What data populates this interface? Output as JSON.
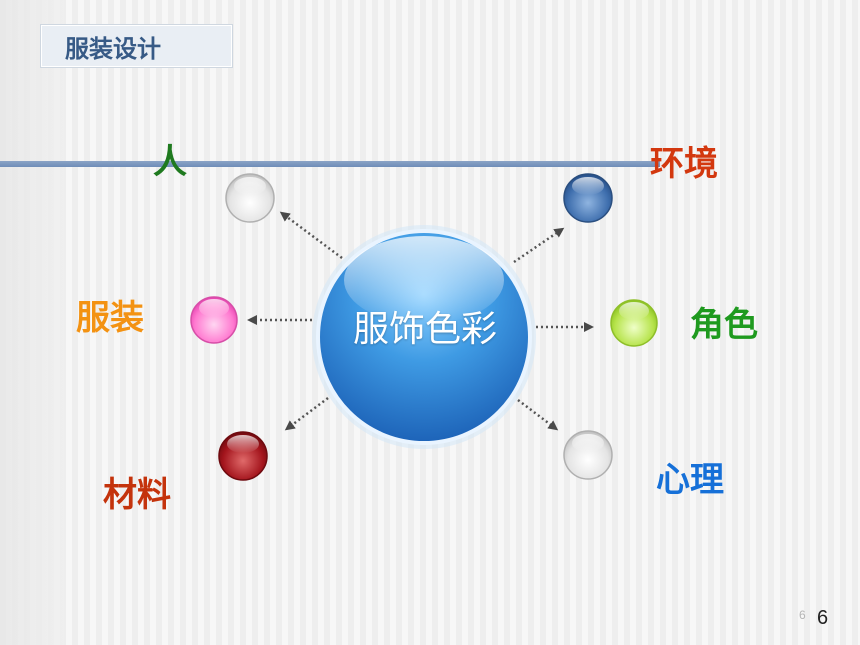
{
  "slide": {
    "title": "服装设计",
    "page_number_small": "6",
    "page_number": "6"
  },
  "diagram": {
    "center_label": "服饰色彩",
    "nodes": [
      {
        "id": "ren",
        "label": "人",
        "color": "#1f7a1f",
        "ball": "white"
      },
      {
        "id": "huanjing",
        "label": "环境",
        "color": "#d3380f",
        "ball": "blue"
      },
      {
        "id": "fuzhuang",
        "label": "服装",
        "color": "#f39212",
        "ball": "pink"
      },
      {
        "id": "juese",
        "label": "角色",
        "color": "#1f9a1f",
        "ball": "lime"
      },
      {
        "id": "cailiao",
        "label": "材料",
        "color": "#c4330c",
        "ball": "red"
      },
      {
        "id": "xinli",
        "label": "心理",
        "color": "#1670d8",
        "ball": "white"
      }
    ]
  },
  "colors": {
    "title_text": "#375a86",
    "line": "#7b96bf",
    "center_fill": "#3a8ed8"
  }
}
